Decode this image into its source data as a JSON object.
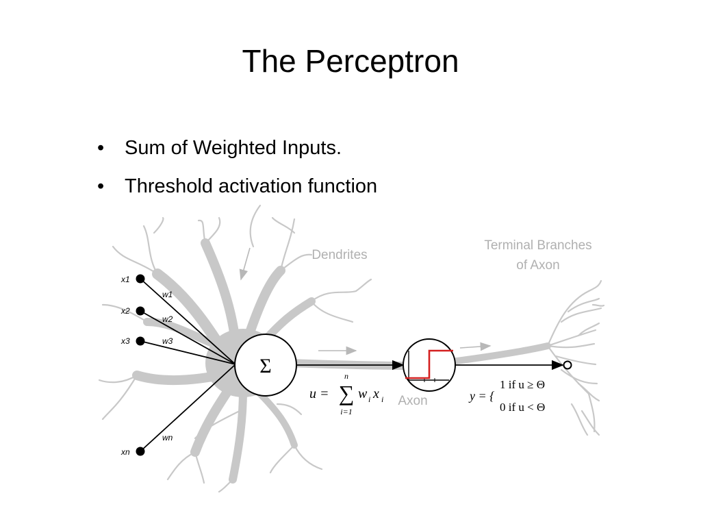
{
  "slide": {
    "title": "The Perceptron",
    "bullets": [
      "Sum of Weighted Inputs.",
      "Threshold activation function"
    ]
  },
  "diagram": {
    "labels": {
      "dendrites": "Dendrites",
      "terminal_line1": "Terminal Branches",
      "terminal_line2": "of Axon",
      "axon": "Axon"
    },
    "inputs": [
      "x1",
      "x2",
      "x3",
      "xn"
    ],
    "weights": [
      "w1",
      "w2",
      "w3",
      "wn"
    ],
    "sum_symbol": "Σ",
    "sum_formula": {
      "lhs": "u =",
      "sigma": "∑",
      "upper": "n",
      "lower": "i=1",
      "w": "w",
      "w_sub": "i",
      "x": "x",
      "x_sub": "i"
    },
    "activation_formula": {
      "lhs": "y = {",
      "case1": "1 if  u ≥ Θ",
      "case2": "0 if  u < Θ"
    },
    "colors": {
      "neuron_gray": "#c8c8c8",
      "step_red": "#d42020",
      "label_gray": "#b0b0b0"
    }
  }
}
